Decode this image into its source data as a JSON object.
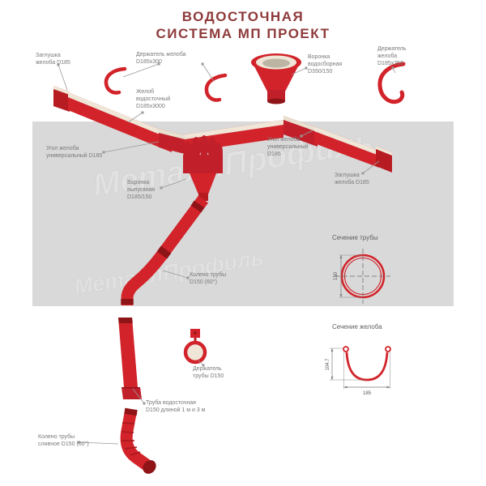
{
  "title": "ВОДОСТОЧНАЯ\nСИСТЕМА МП ПРОЕКТ",
  "watermark": "МеталлПрофиль",
  "labels": {
    "cap_left": "Заглушка\nжелоба D185",
    "holder_300": "Держатель желоба\nD185x300",
    "collector_funnel": "Воронка\nводосборная\nD350/150",
    "holder_350": "Держатель\nжелоба\nD185x350",
    "gutter": "Желоб\nводосточный\nD185x3000",
    "corner_left": "Угол желоба\nуниверсальный D185",
    "corner_right": "Угол желоба\nуниверсальный\nD185",
    "cap_right": "Заглушка\nжелоба D185",
    "outlet_funnel": "Воронка\nвыпускная\nD185/150",
    "pipe_elbow": "Колено трубы\nD150 (60°)",
    "pipe_holder": "Держатель\nтрубы D150",
    "downpipe": "Труба водосточная\nD150 длиной 1 м и 3 м",
    "drain_elbow": "Колено трубы\nсливное D150 (60°)"
  },
  "sections": {
    "pipe_title": "Сечение трубы",
    "pipe_diameter": "150",
    "gutter_title": "Сечение желоба",
    "gutter_height": "104.7",
    "gutter_width": "185"
  },
  "colors": {
    "red": "#d2232a",
    "dark_red": "#8e1418",
    "corner_red": "#c1202a",
    "cap_red": "#b71c22",
    "cream": "#efe6d8",
    "roof_gray": "#d9d9d9",
    "title_color": "#8e3a3a",
    "label_gray": "#7a7a7a"
  }
}
